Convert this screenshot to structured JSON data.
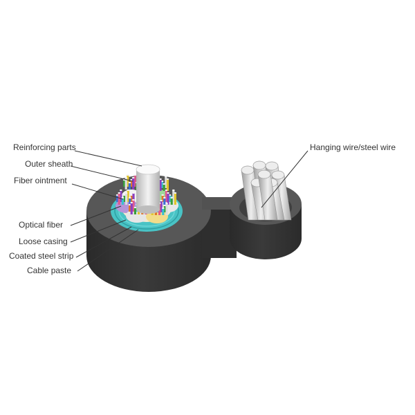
{
  "labels": {
    "reinforcing_parts": "Reinforcing parts",
    "outer_sheath": "Outer sheath",
    "fiber_ointment": "Fiber ointment",
    "optical_fiber": "Optical fiber",
    "loose_casing": "Loose casing",
    "coated_steel_strip": "Coated steel strip",
    "cable_paste": "Cable paste",
    "hanging_wire": "Hanging wire/steel wire"
  },
  "colors": {
    "sheath_top": "#5a5a5a",
    "sheath_side": "#333333",
    "steel_strip": "#4cc3c4",
    "loose_tube_light": "#e6e6e6",
    "fiber_blue": "#3b6fd6",
    "fiber_purple": "#8a3fc0",
    "fiber_green": "#3a9f3a",
    "fiber_yellow": "#e2c62a",
    "fiber_orange": "#e0782a",
    "fiber_pink": "#e05a8c",
    "fiber_cyan": "#3bc0d0",
    "wire_silver": "#c8c8c8"
  }
}
